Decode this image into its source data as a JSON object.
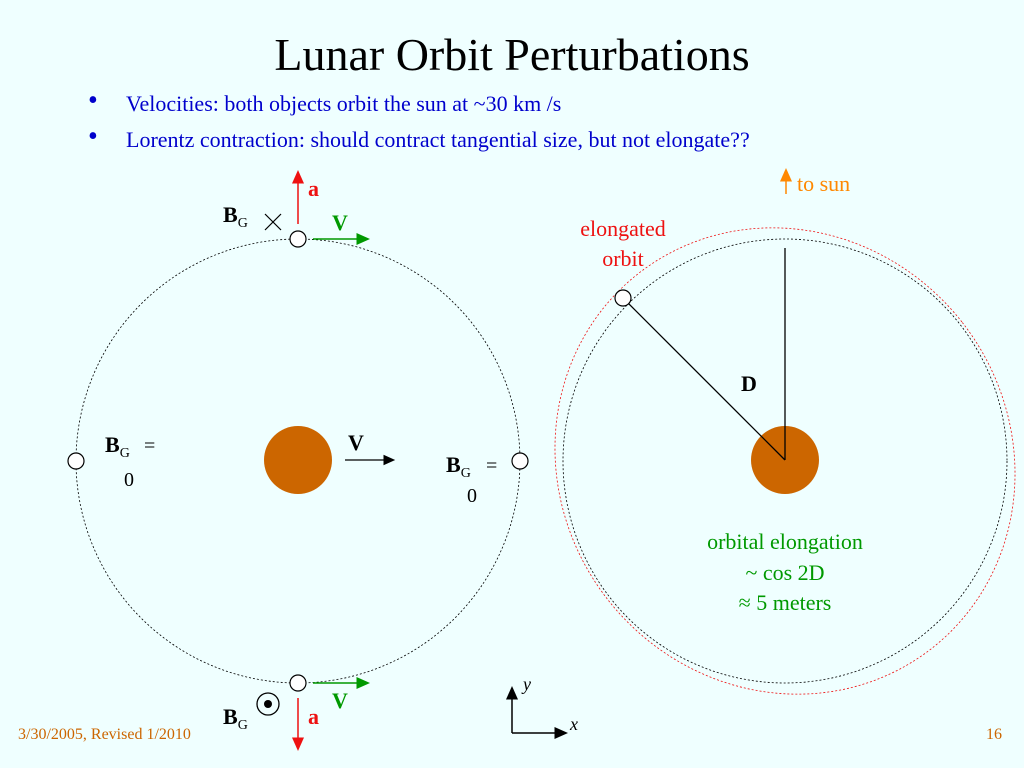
{
  "slide": {
    "title": "Lunar Orbit Perturbations",
    "bullets": [
      "Velocities: both objects orbit the sun at ~30 km /s",
      "Lorentz contraction: should contract tangential size, but not elongate??"
    ],
    "footer_date": "3/30/2005, Revised 1/2010",
    "page_number": "16"
  },
  "left_diagram": {
    "a_label": "a",
    "v_label": "V",
    "bg_label": "B",
    "bg_subscript": "G",
    "bg_left_value": "= 0",
    "bg_right_value": "= 0",
    "center_v_label": "V"
  },
  "right_diagram": {
    "to_sun_label": "to sun",
    "elongated_orbit_label_1": "elongated",
    "elongated_orbit_label_2": "orbit",
    "d_label": "D",
    "elongation_line1": "orbital elongation",
    "elongation_line2": "~ cos 2D",
    "elongation_line3": "≈ 5 meters"
  },
  "axes": {
    "y_label": "y",
    "x_label": "x"
  },
  "colors": {
    "background": "#efffff",
    "body": "#cc6600",
    "red": "#ee1111",
    "green": "#009900",
    "blue": "#0000cc",
    "orange": "#ff8800"
  }
}
